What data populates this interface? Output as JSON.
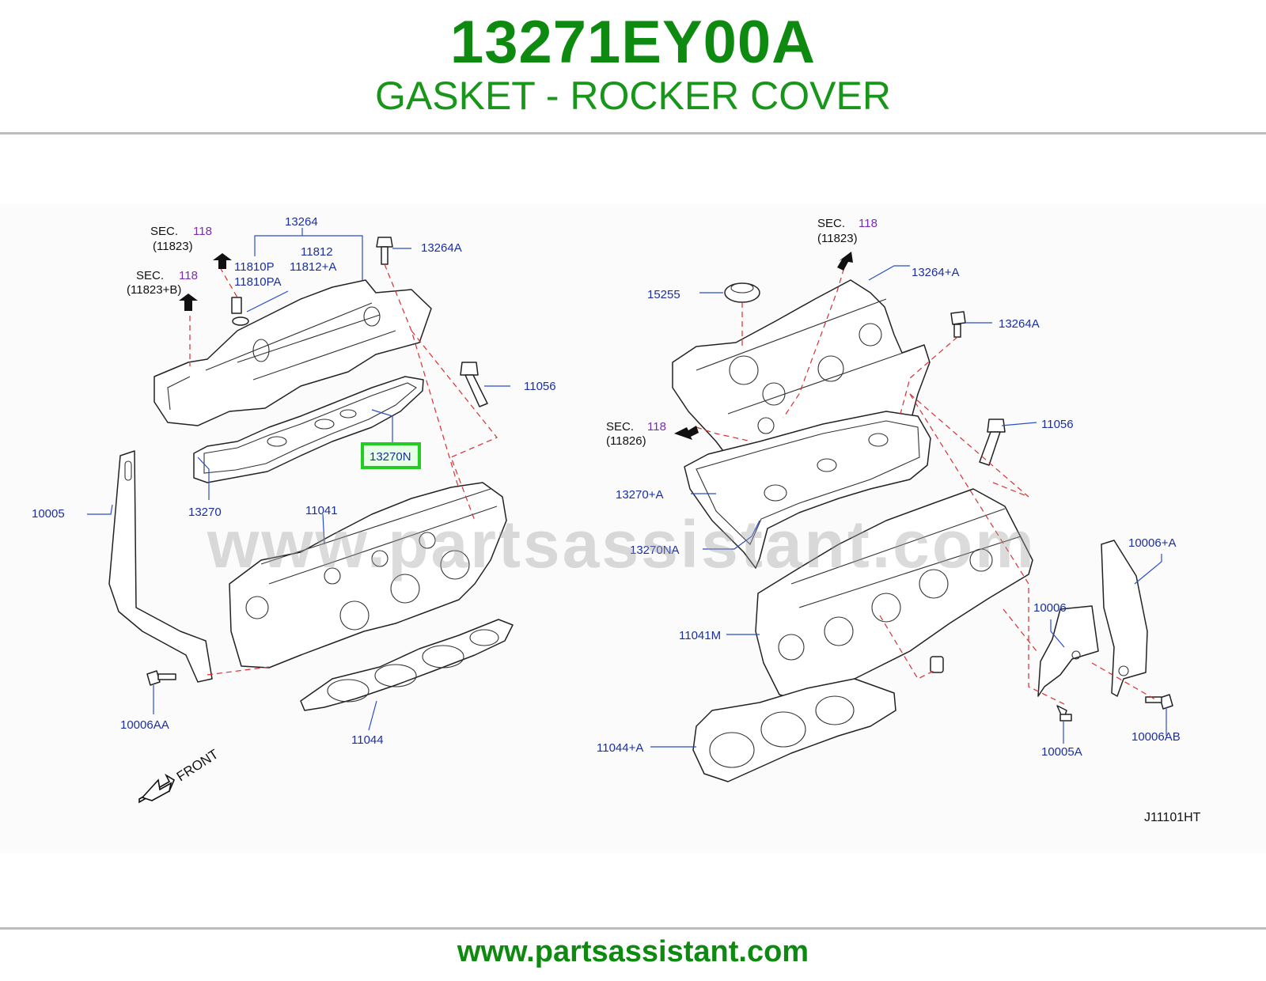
{
  "header": {
    "part_number": "13271EY00A",
    "part_name": "GASKET - ROCKER COVER"
  },
  "diagram": {
    "code": "J11101HT",
    "front_label": "FRONT",
    "watermark": "www.partsassistant.com",
    "highlight_color": "#22cc22",
    "label_color": "#1a2fa0",
    "section_ref_color": "#7a2bb5",
    "leader_color": "#2a4ec8",
    "dash_color": "#d83030",
    "sec_refs": [
      {
        "prefix": "SEC.",
        "num": "118",
        "sub": "(11823)"
      },
      {
        "prefix": "SEC.",
        "num": "118",
        "sub": "(11823+B)"
      },
      {
        "prefix": "SEC.",
        "num": "118",
        "sub": "(11823)"
      },
      {
        "prefix": "SEC.",
        "num": "118",
        "sub": "(11826)"
      }
    ],
    "labels": {
      "p13264": "13264",
      "p11812": "11812",
      "p11810p": "11810P",
      "p11812a": "11812+A",
      "p11810pa": "11810PA",
      "p13264a_l": "13264A",
      "p11056_l": "11056",
      "p13270n": "13270N",
      "p13270": "13270",
      "p10005": "10005",
      "p11041": "11041",
      "p10006aa": "10006AA",
      "p11044": "11044",
      "p13264_a": "13264+A",
      "p15255": "15255",
      "p13264a_r": "13264A",
      "p11056_r": "11056",
      "p13270_a": "13270+A",
      "p13270na": "13270NA",
      "p10006_a": "10006+A",
      "p10006": "10006",
      "p11041m": "11041M",
      "p10005a": "10005A",
      "p10006ab": "10006AB",
      "p11044_a": "11044+A"
    }
  },
  "footer": {
    "url": "www.partsassistant.com"
  }
}
